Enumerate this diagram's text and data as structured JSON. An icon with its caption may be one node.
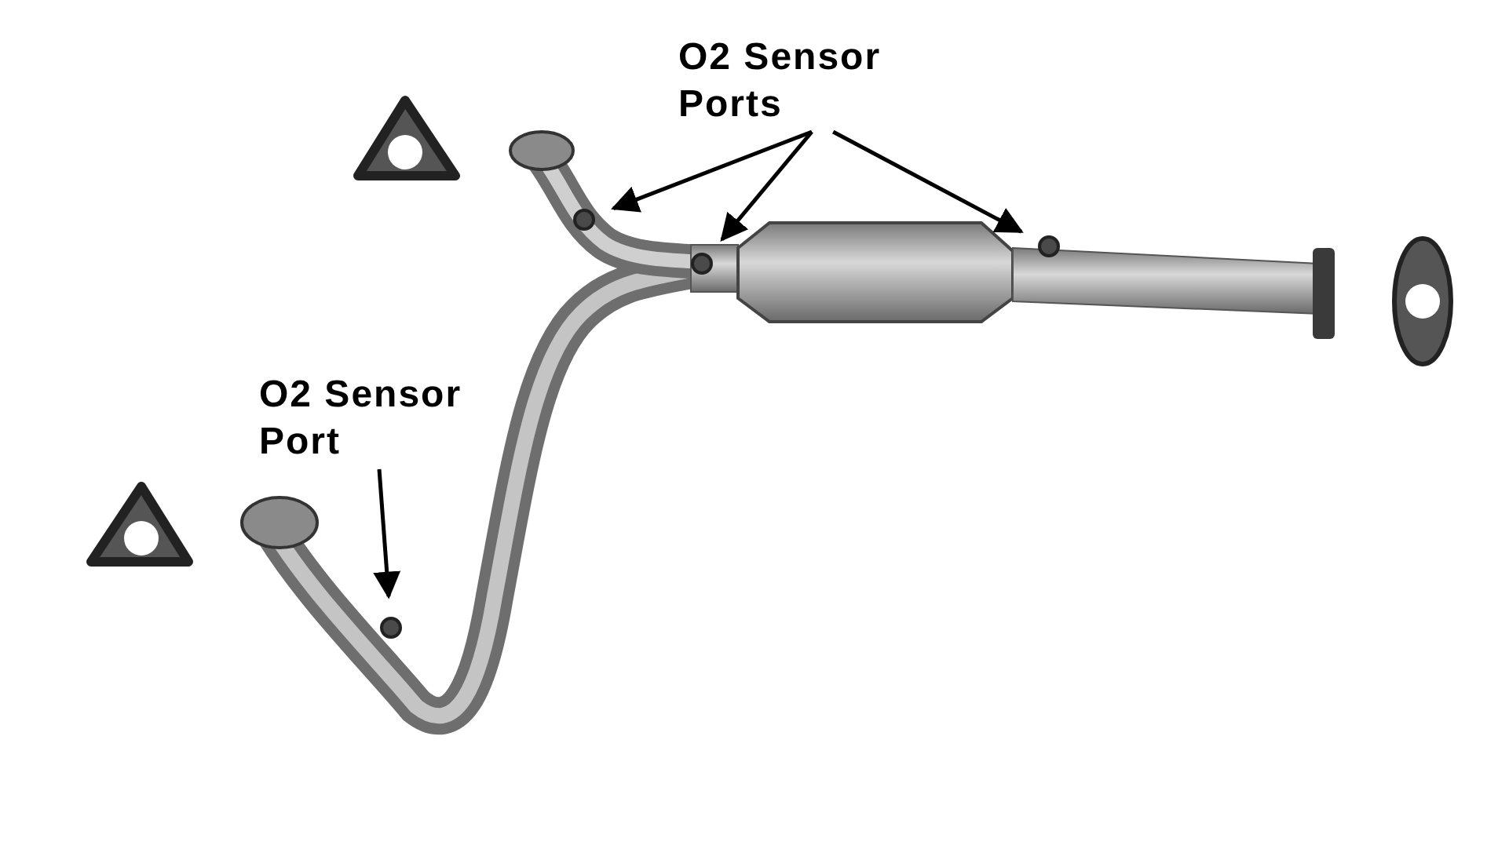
{
  "diagram": {
    "nodes": [
      {
        "text": [
          "O2 Sensor Ports"
        ]
      },
      {
        "text": [],
        "shape": "circle"
      },
      {
        "text": [],
        "shape": "circle"
      },
      {
        "text": [],
        "shape": "circle"
      },
      {
        "text": [
          "O2 Sensor Port"
        ]
      },
      {
        "text": [],
        "shape": "circle"
      }
    ],
    "edges": [
      {
        "from": 0,
        "to": 1,
        "arrow": "to"
      },
      {
        "from": 0,
        "to": 2,
        "arrow": "to"
      },
      {
        "from": 0,
        "to": 3,
        "arrow": "to"
      },
      {
        "from": 4,
        "to": 5,
        "arrow": "to"
      }
    ]
  }
}
